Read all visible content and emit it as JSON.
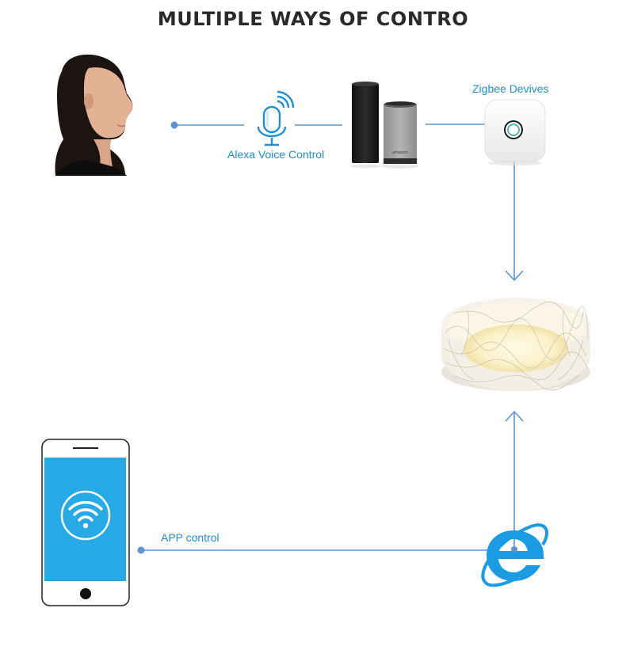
{
  "title": "MULTIPLE WAYS OF CONTRO",
  "labels": {
    "alexa": "Alexa Voice Control",
    "zigbee": "Zigbee Devives",
    "app": "APP control"
  },
  "speaker_brand": "amazon",
  "colors": {
    "line": "#5b95d6",
    "label": "#1f8fd8",
    "phone_screen": "#27a9e6",
    "ie": "#1a9be3"
  },
  "icons": [
    "person",
    "microphone-icon",
    "echo-speakers",
    "zigbee-hub",
    "ceiling-lamp",
    "smartphone",
    "wifi-icon",
    "internet-explorer-icon"
  ]
}
